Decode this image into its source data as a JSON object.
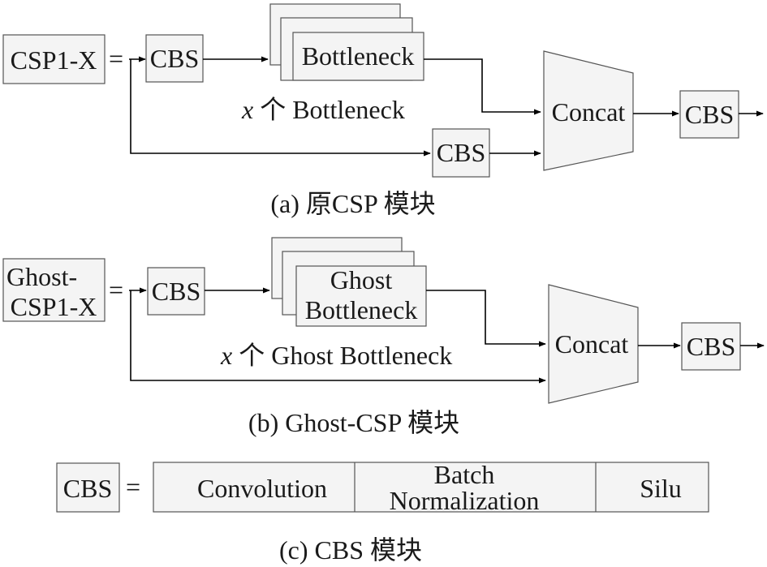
{
  "part_a": {
    "module_label": "CSP1-X",
    "eq": "=",
    "cbs_in": "CBS",
    "bottleneck": "Bottleneck",
    "repeat_prefix": "x",
    "repeat_rest": "个 Bottleneck",
    "cbs_branch": "CBS",
    "concat": "Concat",
    "cbs_out": "CBS",
    "caption": "(a) 原CSP 模块"
  },
  "part_b": {
    "module_label_1": "Ghost-",
    "module_label_2": "CSP1-X",
    "eq": "=",
    "cbs_in": "CBS",
    "bottleneck_1": "Ghost",
    "bottleneck_2": "Bottleneck",
    "repeat_prefix": "x",
    "repeat_rest": "个 Ghost Bottleneck",
    "concat": "Concat",
    "cbs_out": "CBS",
    "caption": "(b) Ghost-CSP 模块"
  },
  "part_c": {
    "cbs": "CBS",
    "eq": "=",
    "convolution": "Convolution",
    "batch_1": "Batch",
    "batch_2": "Normalization",
    "silu": "Silu",
    "caption": "(c) CBS 模块"
  }
}
